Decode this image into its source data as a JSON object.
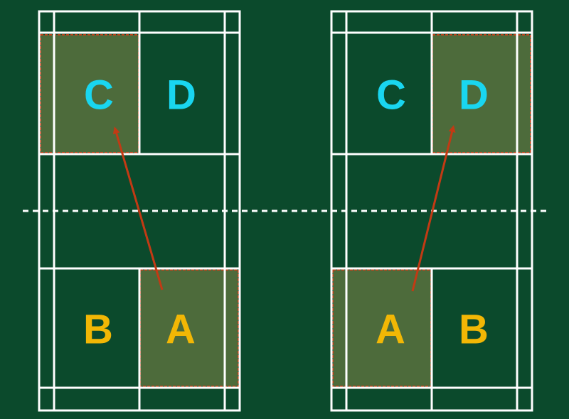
{
  "colors": {
    "background": "#0b4a2c",
    "court_line": "#ffffff",
    "net_line": "#ffffff",
    "highlight_fill": "#4d6b3b",
    "highlight_border": "#c0421a",
    "arrow": "#c23a14",
    "receiver_label": "#19d6f0",
    "server_label": "#f2b705"
  },
  "left_court": {
    "labels": {
      "top_left": "C",
      "top_right": "D",
      "bottom_left": "B",
      "bottom_right": "A"
    }
  },
  "right_court": {
    "labels": {
      "top_left": "C",
      "top_right": "D",
      "bottom_left": "A",
      "bottom_right": "B"
    }
  }
}
